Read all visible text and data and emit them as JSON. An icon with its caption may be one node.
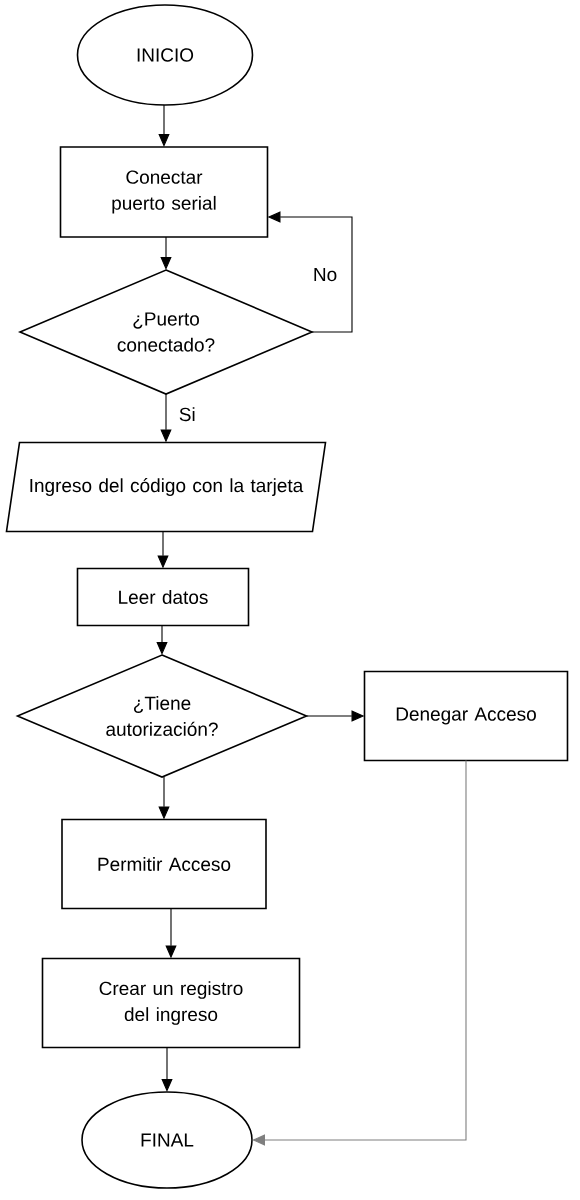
{
  "diagram": {
    "nodes": [
      {
        "text": [
          "INICIO"
        ]
      },
      {
        "text": [
          "Conectar puerto serial"
        ]
      },
      {
        "text": [
          "¿Puerto conectado?"
        ]
      },
      {
        "text": [
          "Ingreso del código con la tarjeta"
        ]
      },
      {
        "text": [
          "Leer datos"
        ]
      },
      {
        "text": [
          "¿Tiene autorización?"
        ]
      },
      {
        "text": [
          "Denegar Acceso"
        ]
      },
      {
        "text": [
          "Permitir Acceso"
        ]
      },
      {
        "text": [
          "Crear un registro del ingreso"
        ]
      },
      {
        "text": [
          "FINAL"
        ]
      }
    ],
    "edges": [
      {
        "from": 0,
        "to": 1,
        "arrow": "to"
      },
      {
        "from": 1,
        "to": 2,
        "arrow": "to"
      },
      {
        "from": 2,
        "to": 1,
        "arrow": "to",
        "label": "No"
      },
      {
        "from": 2,
        "to": 3,
        "arrow": "to",
        "label": "Si"
      },
      {
        "from": 3,
        "to": 4,
        "arrow": "to"
      },
      {
        "from": 4,
        "to": 5,
        "arrow": "to"
      },
      {
        "from": 5,
        "to": 6,
        "arrow": "to"
      },
      {
        "from": 5,
        "to": 7,
        "arrow": "to"
      },
      {
        "from": 7,
        "to": 8,
        "arrow": "to"
      },
      {
        "from": 8,
        "to": 9,
        "arrow": "to"
      },
      {
        "from": 6,
        "to": 9,
        "arrow": "to",
        "color": "#7f7f7f"
      }
    ]
  }
}
